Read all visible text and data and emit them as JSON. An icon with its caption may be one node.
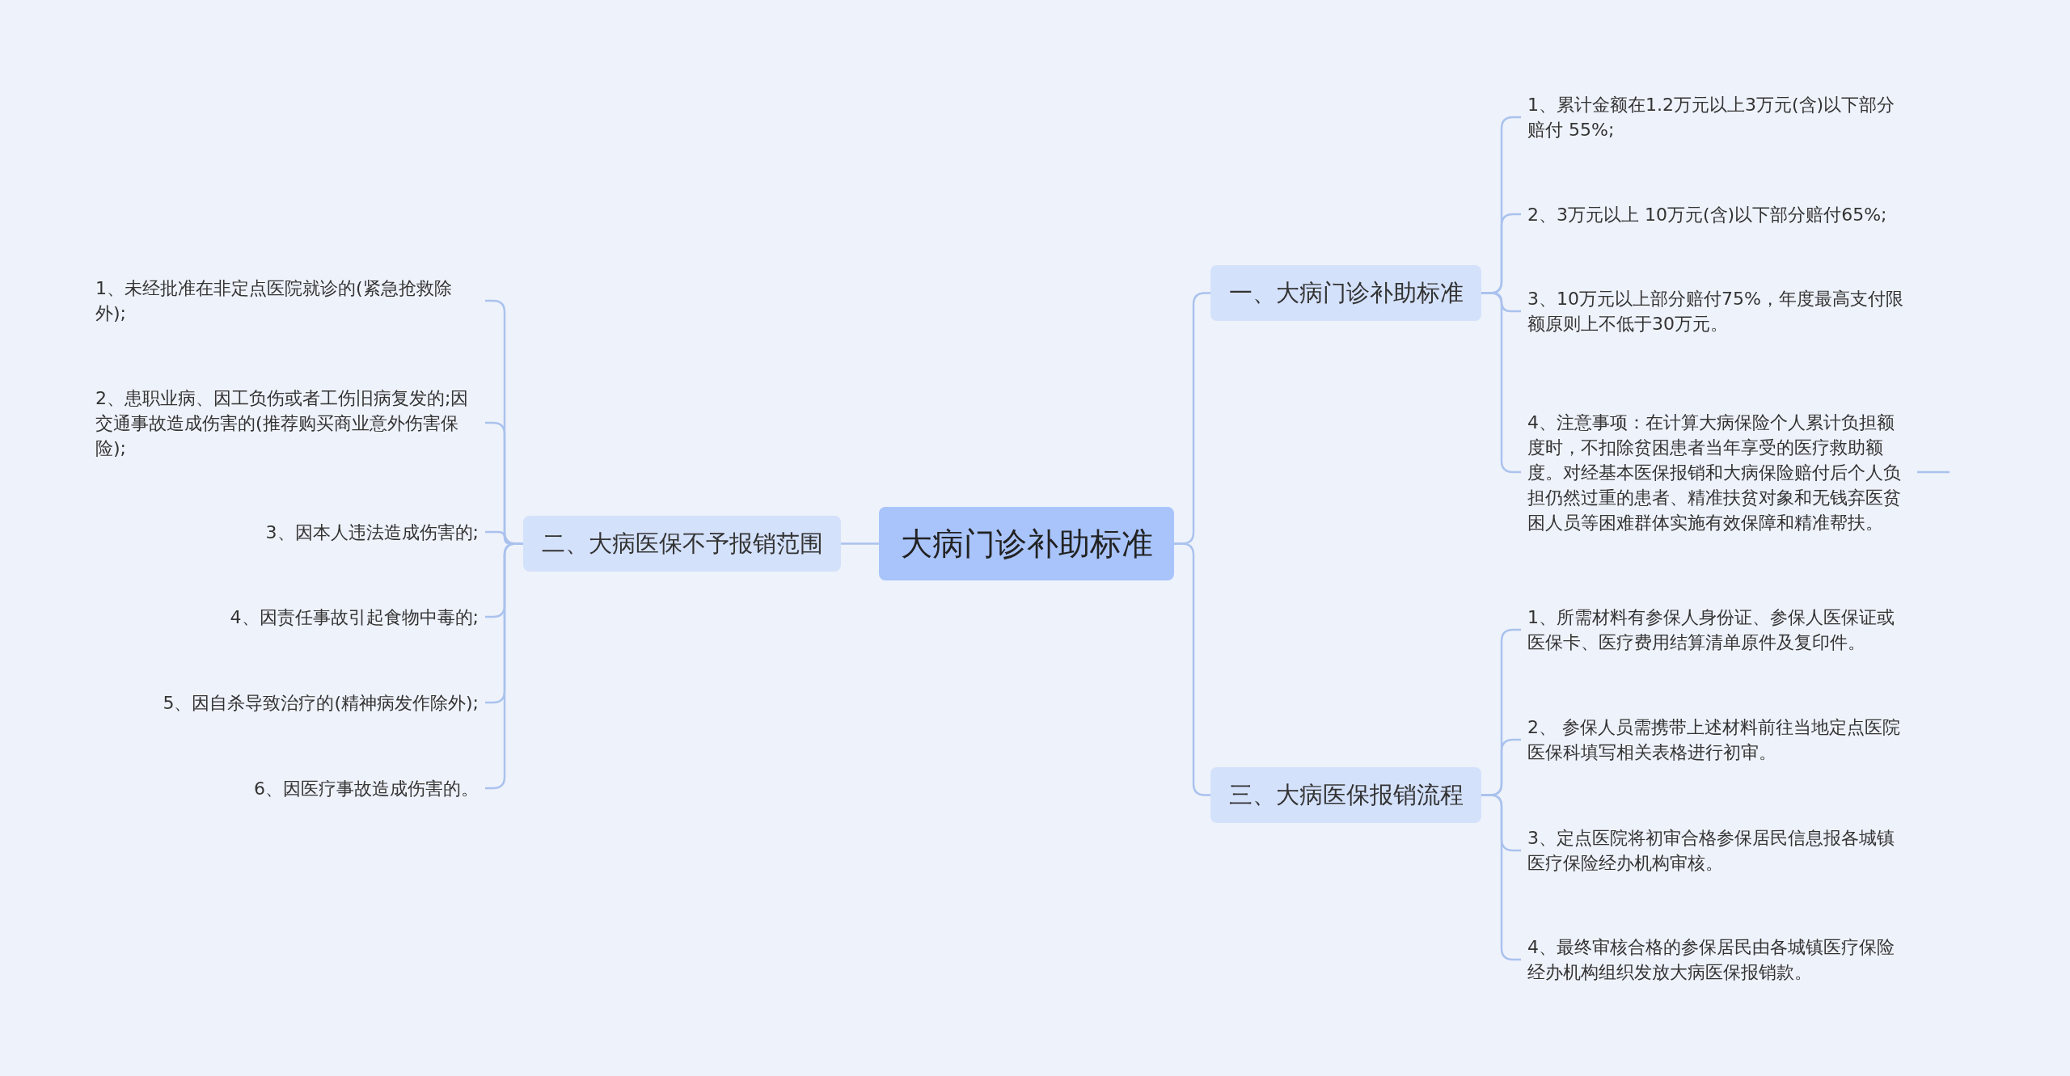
{
  "diagram": {
    "nodes": [
      {
        "text": [
          "大病门诊补助标准"
        ]
      },
      {
        "text": [
          "一、大病门诊补助标准"
        ]
      },
      {
        "text": [
          "1、累计金额在1.2万元以上3万元(含)以下部分赔付 55%;"
        ]
      },
      {
        "text": [
          "2、3万元以上 10万元(含)以下部分赔付65%;"
        ]
      },
      {
        "text": [
          "3、10万元以上部分赔付75%，年度最高支付限额原则上不低于30万元。"
        ]
      },
      {
        "text": [
          "4、注意事项：在计算大病保险个人累计负担额度时，不扣除贫困患者当年享受的医疗救助额度。对经基本医保报销和大病保险赔付后个人负担仍然过重的患者、精准扶贫对象和无钱弃医贫困人员等困难群体实施有效保障和精准帮扶。"
        ]
      },
      {
        "text": [
          "三、大病医保报销流程"
        ]
      },
      {
        "text": [
          "1、所需材料有参保人身份证、参保人医保证或医保卡、医疗费用结算清单原件及复印件。"
        ]
      },
      {
        "text": [
          "2、 参保人员需携带上述材料前往当地定点医院医保科填写相关表格进行初审。"
        ]
      },
      {
        "text": [
          "3、定点医院将初审合格参保居民信息报各城镇医疗保险经办机构审核。"
        ]
      },
      {
        "text": [
          "4、最终审核合格的参保居民由各城镇医疗保险经办机构组织发放大病医保报销款。"
        ]
      },
      {
        "text": [
          "二、大病医保不予报销范围"
        ]
      },
      {
        "text": [
          "1、未经批准在非定点医院就诊的(紧急抢救除外);"
        ]
      },
      {
        "text": [
          "2、患职业病、因工负伤或者工伤旧病复发的;因交通事故造成伤害的(推荐购买商业意外伤害保险);"
        ]
      },
      {
        "text": [
          "3、因本人违法造成伤害的;"
        ]
      },
      {
        "text": [
          "4、因责任事故引起食物中毒的;"
        ]
      },
      {
        "text": [
          "5、因自杀导致治疗的(精神病发作除外);"
        ]
      },
      {
        "text": [
          "6、因医疗事故造成伤害的。"
        ]
      }
    ],
    "edges": [
      {
        "from": 0,
        "to": 1,
        "arrow": "none"
      },
      {
        "from": 0,
        "to": 6,
        "arrow": "none"
      },
      {
        "from": 0,
        "to": 11,
        "arrow": "none"
      },
      {
        "from": 1,
        "to": 2,
        "arrow": "none"
      },
      {
        "from": 1,
        "to": 3,
        "arrow": "none"
      },
      {
        "from": 1,
        "to": 4,
        "arrow": "none"
      },
      {
        "from": 1,
        "to": 5,
        "arrow": "none"
      },
      {
        "from": 6,
        "to": 7,
        "arrow": "none"
      },
      {
        "from": 6,
        "to": 8,
        "arrow": "none"
      },
      {
        "from": 6,
        "to": 9,
        "arrow": "none"
      },
      {
        "from": 6,
        "to": 10,
        "arrow": "none"
      },
      {
        "from": 11,
        "to": 12,
        "arrow": "none"
      },
      {
        "from": 11,
        "to": 13,
        "arrow": "none"
      },
      {
        "from": 11,
        "to": 14,
        "arrow": "none"
      },
      {
        "from": 11,
        "to": 15,
        "arrow": "none"
      },
      {
        "from": 11,
        "to": 16,
        "arrow": "none"
      },
      {
        "from": 11,
        "to": 17,
        "arrow": "none"
      },
      {
        "from": 5,
        "to": null,
        "arrow": "none"
      }
    ]
  }
}
